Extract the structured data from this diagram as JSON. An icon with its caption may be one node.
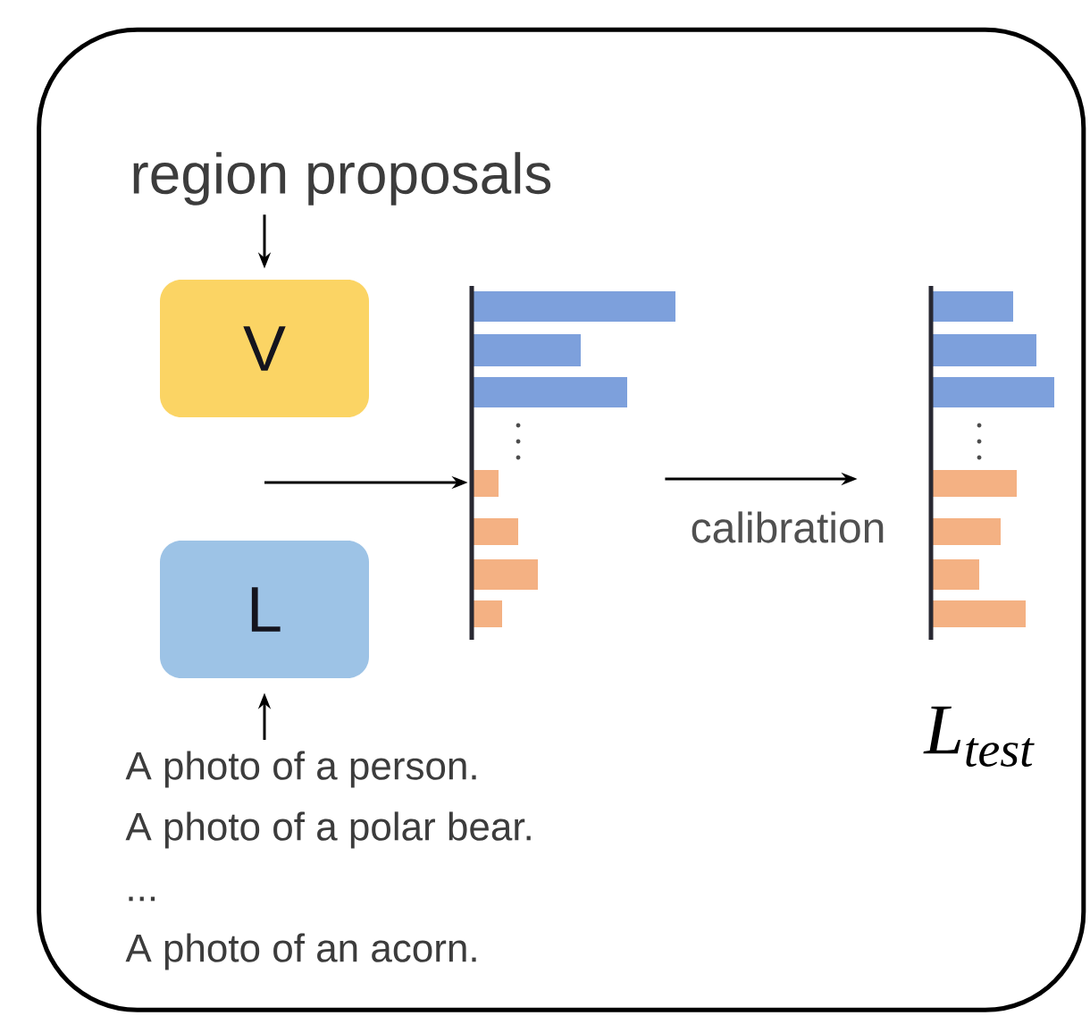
{
  "diagram": {
    "nodes": [
      {
        "text": [],
        "shape": "box"
      },
      {
        "text": [
          "region proposals"
        ],
        "in": 0
      },
      {
        "text": [
          "V"
        ],
        "in": 0
      },
      {
        "text": [
          "L"
        ],
        "in": 0
      },
      {
        "text": [
          "A photo of a person.",
          "A photo of a polar bear.",
          "...",
          "A photo of an acorn."
        ],
        "in": 0
      },
      {
        "text": [],
        "shape": "picture",
        "in": 0
      },
      {
        "text": [],
        "shape": "picture",
        "in": 0,
        "beside": [
          "L$_{test}$"
        ]
      }
    ],
    "edges": [
      {
        "from": 1,
        "to": 2,
        "arrow": "to"
      },
      {
        "from": 4,
        "to": 3,
        "arrow": "to"
      },
      {
        "from": null,
        "to": 5,
        "arrow": "to"
      },
      {
        "from": 5,
        "to": 6,
        "arrow": "to",
        "label": "calibration"
      }
    ]
  }
}
